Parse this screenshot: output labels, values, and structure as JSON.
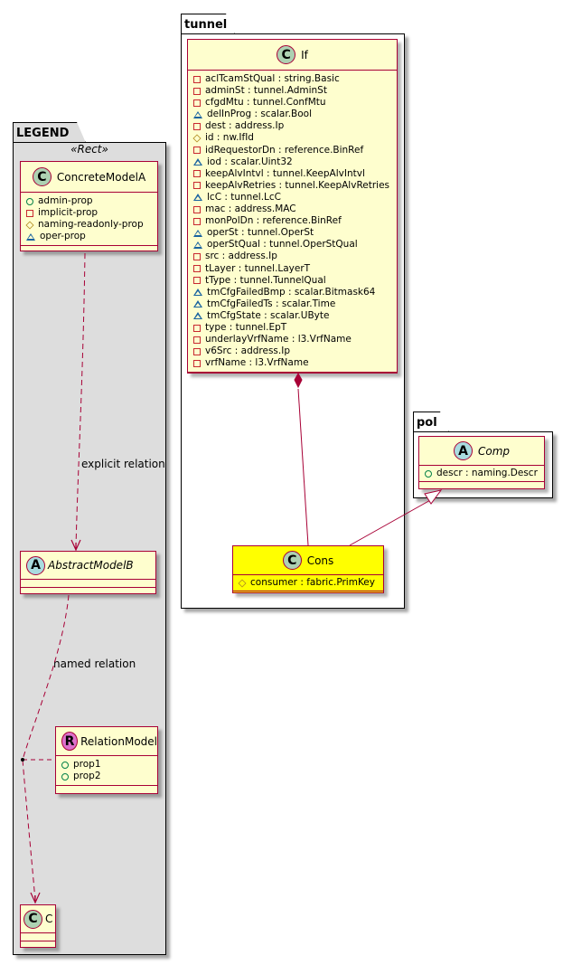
{
  "packages": {
    "legend": {
      "name": "LEGEND",
      "stereotype": "«Rect»"
    },
    "tunnel": {
      "name": "tunnel"
    },
    "pol": {
      "name": "pol"
    }
  },
  "legend": {
    "concrete": {
      "spot": "C",
      "name": "ConcreteModelA",
      "fields": [
        {
          "vis": "public",
          "text": "admin-prop"
        },
        {
          "vis": "private",
          "text": "implicit-prop"
        },
        {
          "vis": "protected",
          "text": "naming-readonly-prop"
        },
        {
          "vis": "package",
          "text": "oper-prop"
        }
      ]
    },
    "abstract": {
      "spot": "A",
      "name": "AbstractModelB"
    },
    "relation": {
      "spot": "R",
      "name": "RelationModel",
      "fields": [
        {
          "vis": "public",
          "text": "prop1"
        },
        {
          "vis": "public",
          "text": "prop2"
        }
      ]
    },
    "c": {
      "spot": "C",
      "name": "C"
    },
    "labels": {
      "explicit": "explicit relation",
      "named": "named relation"
    }
  },
  "tunnel": {
    "if_class": {
      "spot": "C",
      "name": "If",
      "fields": [
        {
          "vis": "private",
          "text": "aclTcamStQual : string.Basic"
        },
        {
          "vis": "private",
          "text": "adminSt : tunnel.AdminSt"
        },
        {
          "vis": "private",
          "text": "cfgdMtu : tunnel.ConfMtu"
        },
        {
          "vis": "package",
          "text": "delInProg : scalar.Bool"
        },
        {
          "vis": "private",
          "text": "dest : address.Ip"
        },
        {
          "vis": "protected",
          "text": "id : nw.IfId"
        },
        {
          "vis": "private",
          "text": "idRequestorDn : reference.BinRef"
        },
        {
          "vis": "package",
          "text": "iod : scalar.Uint32"
        },
        {
          "vis": "private",
          "text": "keepAlvIntvl : tunnel.KeepAlvIntvl"
        },
        {
          "vis": "private",
          "text": "keepAlvRetries : tunnel.KeepAlvRetries"
        },
        {
          "vis": "package",
          "text": "lcC : tunnel.LcC"
        },
        {
          "vis": "private",
          "text": "mac : address.MAC"
        },
        {
          "vis": "private",
          "text": "monPolDn : reference.BinRef"
        },
        {
          "vis": "package",
          "text": "operSt : tunnel.OperSt"
        },
        {
          "vis": "package",
          "text": "operStQual : tunnel.OperStQual"
        },
        {
          "vis": "private",
          "text": "src : address.Ip"
        },
        {
          "vis": "private",
          "text": "tLayer : tunnel.LayerT"
        },
        {
          "vis": "private",
          "text": "tType : tunnel.TunnelQual"
        },
        {
          "vis": "package",
          "text": "tmCfgFailedBmp : scalar.Bitmask64"
        },
        {
          "vis": "package",
          "text": "tmCfgFailedTs : scalar.Time"
        },
        {
          "vis": "package",
          "text": "tmCfgState : scalar.UByte"
        },
        {
          "vis": "private",
          "text": "type : tunnel.EpT"
        },
        {
          "vis": "private",
          "text": "underlayVrfName : l3.VrfName"
        },
        {
          "vis": "private",
          "text": "v6Src : address.Ip"
        },
        {
          "vis": "private",
          "text": "vrfName : l3.VrfName"
        }
      ]
    },
    "cons_class": {
      "spot": "C",
      "name": "Cons",
      "highlight_color": "#ffff00",
      "fields": [
        {
          "vis": "protected",
          "text": "consumer : fabric.PrimKey"
        }
      ]
    }
  },
  "pol": {
    "comp_class": {
      "spot": "A",
      "name": "Comp",
      "fields": [
        {
          "vis": "public",
          "text": "descr : naming.Descr"
        }
      ]
    }
  },
  "colors": {
    "class_fill": "#fefece",
    "class_border": "#a80036",
    "legend_fill": "#dddddd",
    "highlight": "#ffff00"
  }
}
